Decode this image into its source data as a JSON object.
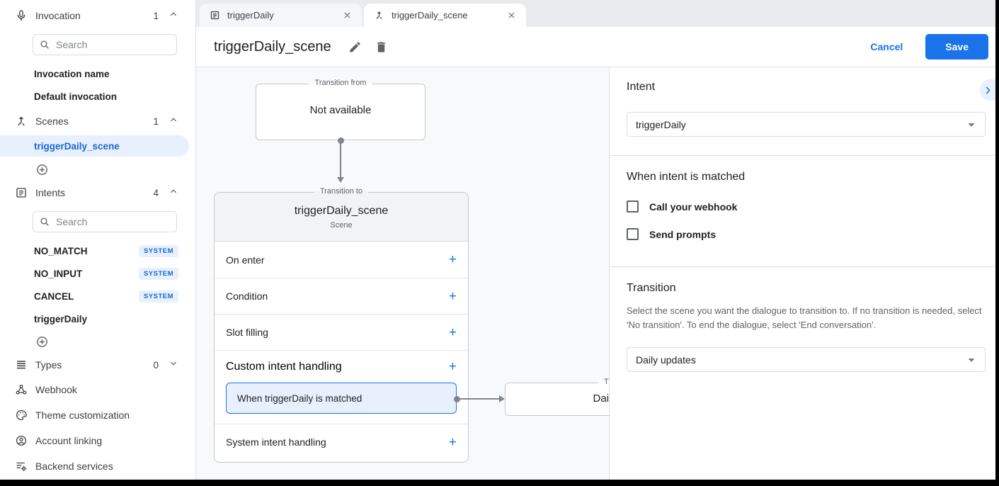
{
  "colors": {
    "accent": "#1a73e8",
    "accent_text": "#1967d2",
    "accent_light": "#e8f0fe",
    "canvas_bg": "#f8f9fa",
    "border": "#dadce0"
  },
  "sidebar": {
    "invocation": {
      "label": "Invocation",
      "count": "1"
    },
    "invocation_search_placeholder": "Search",
    "invocation_items": [
      "Invocation name",
      "Default invocation"
    ],
    "scenes": {
      "label": "Scenes",
      "count": "1"
    },
    "scene_items": [
      "triggerDaily_scene"
    ],
    "intents": {
      "label": "Intents",
      "count": "4"
    },
    "intents_search_placeholder": "Search",
    "intent_items": [
      {
        "label": "NO_MATCH",
        "badge": "SYSTEM"
      },
      {
        "label": "NO_INPUT",
        "badge": "SYSTEM"
      },
      {
        "label": "CANCEL",
        "badge": "SYSTEM"
      },
      {
        "label": "triggerDaily",
        "badge": ""
      }
    ],
    "types": {
      "label": "Types",
      "count": "0"
    },
    "links": [
      "Webhook",
      "Theme customization",
      "Account linking",
      "Backend services"
    ]
  },
  "tabs": [
    {
      "label": "triggerDaily"
    },
    {
      "label": "triggerDaily_scene"
    }
  ],
  "header": {
    "title": "triggerDaily_scene",
    "cancel_label": "Cancel",
    "save_label": "Save"
  },
  "canvas": {
    "from_box": {
      "legend": "Transition from",
      "text": "Not available"
    },
    "scene_card": {
      "legend": "Transition to",
      "title": "triggerDaily_scene",
      "subtitle": "Scene",
      "rows": [
        "On enter",
        "Condition",
        "Slot filling",
        "Custom intent handling",
        "System intent handling"
      ],
      "custom_intent_item": "When triggerDaily is matched"
    },
    "target_box": {
      "legend": "Transition to",
      "text": "Daily updates"
    }
  },
  "panel": {
    "intent_heading": "Intent",
    "intent_value": "triggerDaily",
    "matched_heading": "When intent is matched",
    "checkboxes": [
      {
        "label": "Call your webhook",
        "checked": false
      },
      {
        "label": "Send prompts",
        "checked": false
      }
    ],
    "transition_heading": "Transition",
    "transition_description": "Select the scene you want the dialogue to transition to. If no transition is needed, select 'No transition'. To end the dialogue, select 'End conversation'.",
    "transition_value": "Daily updates"
  }
}
